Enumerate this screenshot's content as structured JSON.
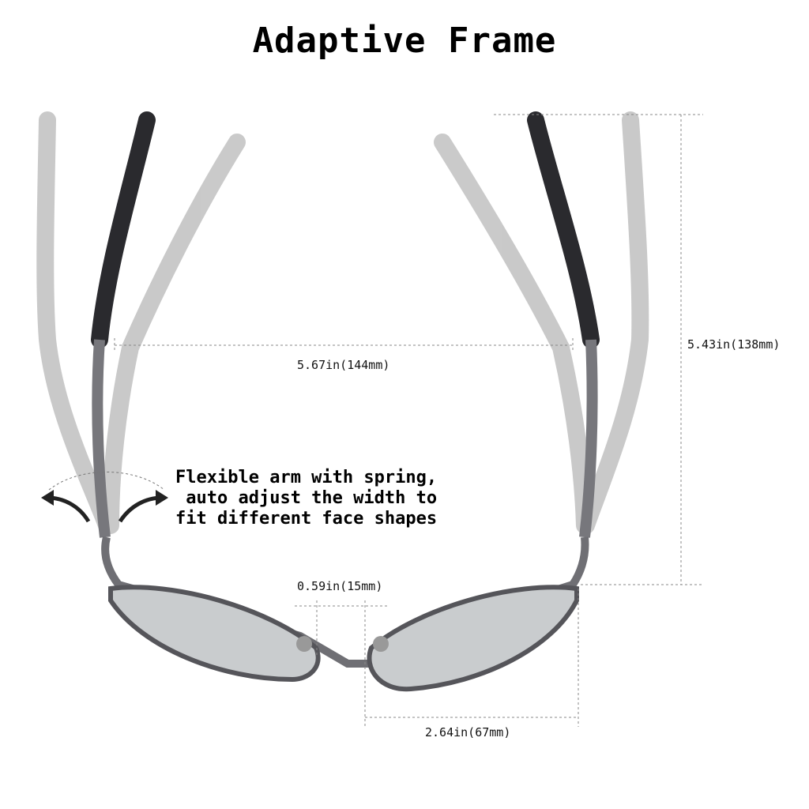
{
  "title": "Adaptive Frame",
  "dimensions": {
    "temple_width": "5.67in(144mm)",
    "arm_length": "5.43in(138mm)",
    "bridge_width": "0.59in(15mm)",
    "lens_width": "2.64in(67mm)"
  },
  "note": {
    "line1": "Flexible arm with spring,",
    "line2": " auto adjust the width to",
    "line3": "fit different face shapes"
  },
  "colors": {
    "dark_arm": "#2a2a2e",
    "light_arm": "#bdbdbd",
    "frame": "#6f6f74",
    "lens": "#c9ccce",
    "dash": "#888888"
  }
}
